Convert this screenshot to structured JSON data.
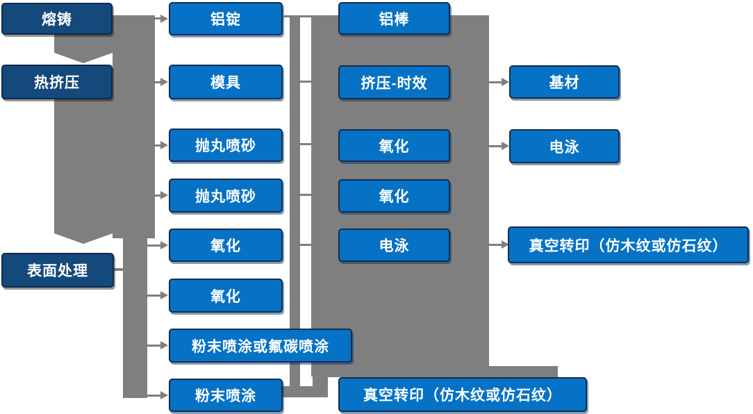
{
  "diagram": {
    "type": "flowchart",
    "description": "Aluminum profile production process flow",
    "colors": {
      "stage_box_fill": "#14497C",
      "process_box_fill": "#0572C6",
      "connector_gray": "#7F7F7F",
      "text": "#FFFFFF"
    },
    "nodes": {
      "rongzhu": {
        "label": "熔铸"
      },
      "rejiya": {
        "label": "热挤压"
      },
      "biaomian": {
        "label": "表面处理"
      },
      "lvding": {
        "label": "铝锭"
      },
      "muju": {
        "label": "模具"
      },
      "paowan1": {
        "label": "抛丸喷砂"
      },
      "paowan2": {
        "label": "抛丸喷砂"
      },
      "yanghua1": {
        "label": "氧化"
      },
      "yanghua2": {
        "label": "氧化"
      },
      "fentan": {
        "label": "粉末喷涂或氟碳喷涂"
      },
      "fenmo": {
        "label": "粉末喷涂"
      },
      "lvbang": {
        "label": "铝棒"
      },
      "jiya": {
        "label": "挤压-时效"
      },
      "yanghua3": {
        "label": "氧化"
      },
      "yanghua4": {
        "label": "氧化"
      },
      "dianyong1": {
        "label": "电泳"
      },
      "jicai": {
        "label": "基材"
      },
      "dianyong2": {
        "label": "电泳"
      },
      "zhenkong1": {
        "label": "真空转印（仿木纹或仿石纹）"
      },
      "zhenkong2": {
        "label": "真空转印（仿木纹或仿石纹）"
      }
    },
    "edges": [
      {
        "from": "rongzhu",
        "to": "rejiya"
      },
      {
        "from": "rejiya",
        "to": "biaomian"
      },
      {
        "from": "left-trunk",
        "to": "lvding"
      },
      {
        "from": "left-trunk",
        "to": "muju"
      },
      {
        "from": "left-trunk",
        "to": "paowan1"
      },
      {
        "from": "left-trunk",
        "to": "paowan2"
      },
      {
        "from": "left-trunk",
        "to": "yanghua1"
      },
      {
        "from": "left-trunk",
        "to": "yanghua2"
      },
      {
        "from": "left-trunk",
        "to": "fentan"
      },
      {
        "from": "left-trunk",
        "to": "fenmo"
      },
      {
        "from": "mid-trunk",
        "to": "jicai"
      },
      {
        "from": "mid-trunk",
        "to": "dianyong2"
      },
      {
        "from": "mid-trunk",
        "to": "zhenkong1"
      },
      {
        "from": "fenmo",
        "to": "zhenkong2"
      }
    ]
  }
}
